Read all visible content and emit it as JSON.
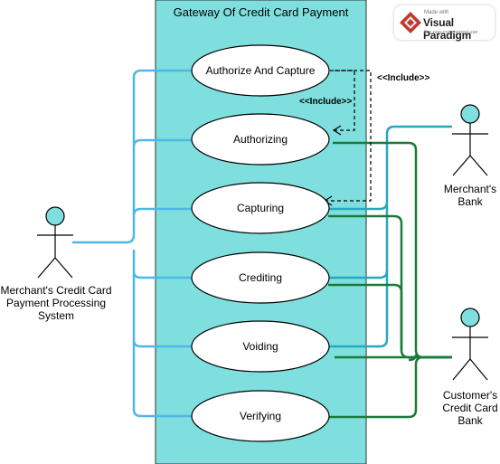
{
  "system": {
    "title": "Gateway Of Credit Card Payment",
    "fill": "#7fdfdf"
  },
  "use_cases": [
    {
      "id": "authorize-and-capture",
      "label": "Authorize And Capture"
    },
    {
      "id": "authorizing",
      "label": "Authorizing"
    },
    {
      "id": "capturing",
      "label": "Capturing"
    },
    {
      "id": "crediting",
      "label": "Crediting"
    },
    {
      "id": "voiding",
      "label": "Voiding"
    },
    {
      "id": "verifying",
      "label": "Verifying"
    }
  ],
  "actors": [
    {
      "id": "processing-system",
      "label": "Merchant's Credit Card Payment Processing System"
    },
    {
      "id": "merchants-bank",
      "label": "Merchant's Bank"
    },
    {
      "id": "customers-bank",
      "label": "Customer's Credit Card Bank"
    }
  ],
  "include_labels": {
    "first": "<<Include>>",
    "second": "<<Include>>"
  },
  "colors": {
    "actor_fill": "#7fdfdf",
    "blue_link": "#4db8e8",
    "teal_link": "#26a9bd",
    "green_link": "#1a7a3a"
  },
  "watermark": {
    "made_with": "Made with",
    "brand": "Visual Paradigm",
    "note": "For non-commercial use"
  }
}
